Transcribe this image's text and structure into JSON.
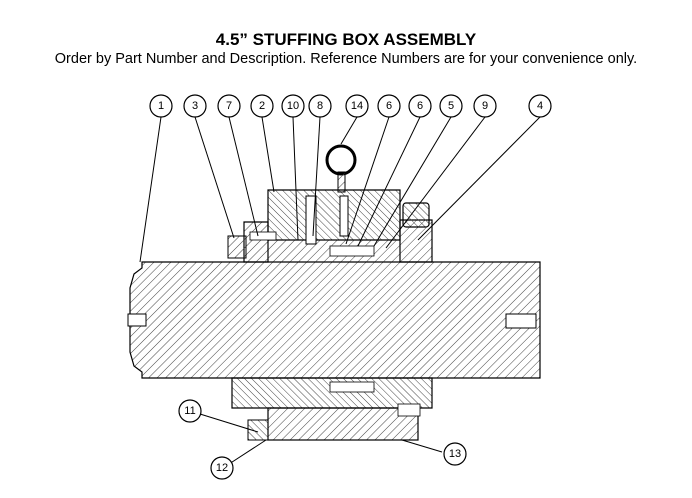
{
  "title": "4.5” STUFFING BOX ASSEMBLY",
  "subtitle": "Order by Part Number and Description.  Reference Numbers are for your convenience only.",
  "callouts_top": [
    "1",
    "3",
    "7",
    "2",
    "10",
    "8",
    "14",
    "6",
    "6",
    "5",
    "9",
    "4"
  ],
  "callouts_bottom": [
    "11",
    "12",
    "13"
  ],
  "colors": {
    "line": "#000000",
    "hatch": "#444444",
    "background": "#ffffff"
  }
}
